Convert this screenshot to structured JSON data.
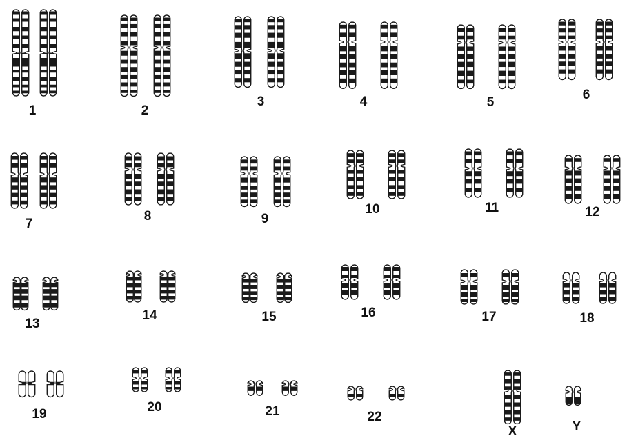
{
  "karyotype": {
    "pairs": [
      {
        "label": "1",
        "p": 0.5,
        "len": 1.0,
        "pattern": [
          [
            0.02,
            0.06
          ],
          [
            0.1,
            0.14
          ],
          [
            0.2,
            0.25
          ],
          [
            0.3,
            0.34
          ],
          [
            0.4,
            0.44
          ],
          [
            0.5,
            0.52
          ],
          [
            0.56,
            0.66
          ],
          [
            0.7,
            0.73
          ],
          [
            0.78,
            0.83
          ],
          [
            0.87,
            0.9
          ],
          [
            0.94,
            0.97
          ]
        ]
      },
      {
        "label": "2",
        "p": 0.4,
        "len": 0.94,
        "pattern": [
          [
            0.03,
            0.07
          ],
          [
            0.11,
            0.16
          ],
          [
            0.21,
            0.26
          ],
          [
            0.32,
            0.37
          ],
          [
            0.44,
            0.5
          ],
          [
            0.55,
            0.6
          ],
          [
            0.64,
            0.7
          ],
          [
            0.74,
            0.79
          ],
          [
            0.83,
            0.88
          ],
          [
            0.92,
            0.96
          ]
        ]
      },
      {
        "label": "3",
        "p": 0.48,
        "len": 0.82,
        "pattern": [
          [
            0.03,
            0.08
          ],
          [
            0.12,
            0.18
          ],
          [
            0.23,
            0.3
          ],
          [
            0.36,
            0.44
          ],
          [
            0.52,
            0.6
          ],
          [
            0.64,
            0.71
          ],
          [
            0.76,
            0.82
          ],
          [
            0.87,
            0.93
          ]
        ]
      },
      {
        "label": "4",
        "p": 0.3,
        "len": 0.77,
        "pattern": [
          [
            0.04,
            0.1
          ],
          [
            0.16,
            0.22
          ],
          [
            0.36,
            0.44
          ],
          [
            0.48,
            0.56
          ],
          [
            0.61,
            0.68
          ],
          [
            0.72,
            0.8
          ],
          [
            0.85,
            0.92
          ]
        ]
      },
      {
        "label": "5",
        "p": 0.28,
        "len": 0.74,
        "pattern": [
          [
            0.05,
            0.11
          ],
          [
            0.17,
            0.23
          ],
          [
            0.34,
            0.41
          ],
          [
            0.46,
            0.53
          ],
          [
            0.58,
            0.66
          ],
          [
            0.72,
            0.8
          ],
          [
            0.86,
            0.92
          ]
        ]
      },
      {
        "label": "6",
        "p": 0.38,
        "len": 0.7,
        "pattern": [
          [
            0.04,
            0.1
          ],
          [
            0.15,
            0.22
          ],
          [
            0.27,
            0.33
          ],
          [
            0.44,
            0.52
          ],
          [
            0.58,
            0.65
          ],
          [
            0.7,
            0.77
          ],
          [
            0.83,
            0.9
          ]
        ]
      },
      {
        "label": "7",
        "p": 0.38,
        "len": 0.64,
        "pattern": [
          [
            0.05,
            0.12
          ],
          [
            0.18,
            0.26
          ],
          [
            0.44,
            0.53
          ],
          [
            0.58,
            0.66
          ],
          [
            0.72,
            0.8
          ],
          [
            0.86,
            0.93
          ]
        ]
      },
      {
        "label": "8",
        "p": 0.32,
        "len": 0.6,
        "pattern": [
          [
            0.06,
            0.14
          ],
          [
            0.2,
            0.27
          ],
          [
            0.4,
            0.5
          ],
          [
            0.55,
            0.64
          ],
          [
            0.7,
            0.79
          ],
          [
            0.85,
            0.93
          ]
        ]
      },
      {
        "label": "9",
        "p": 0.34,
        "len": 0.58,
        "pattern": [
          [
            0.06,
            0.14
          ],
          [
            0.2,
            0.28
          ],
          [
            0.42,
            0.52
          ],
          [
            0.58,
            0.66
          ],
          [
            0.72,
            0.8
          ],
          [
            0.86,
            0.93
          ]
        ]
      },
      {
        "label": "10",
        "p": 0.32,
        "len": 0.56,
        "pattern": [
          [
            0.06,
            0.13
          ],
          [
            0.19,
            0.26
          ],
          [
            0.4,
            0.48
          ],
          [
            0.55,
            0.64
          ],
          [
            0.72,
            0.8
          ],
          [
            0.86,
            0.94
          ]
        ]
      },
      {
        "label": "11",
        "p": 0.4,
        "len": 0.56,
        "pattern": [
          [
            0.05,
            0.13
          ],
          [
            0.2,
            0.3
          ],
          [
            0.46,
            0.56
          ],
          [
            0.62,
            0.72
          ],
          [
            0.8,
            0.9
          ]
        ]
      },
      {
        "label": "12",
        "p": 0.27,
        "len": 0.56,
        "pattern": [
          [
            0.06,
            0.14
          ],
          [
            0.32,
            0.42
          ],
          [
            0.48,
            0.58
          ],
          [
            0.64,
            0.74
          ],
          [
            0.8,
            0.9
          ]
        ]
      },
      {
        "label": "13",
        "p": 0.12,
        "len": 0.38,
        "pattern": [
          [
            0.18,
            0.3
          ],
          [
            0.36,
            0.5
          ],
          [
            0.56,
            0.7
          ],
          [
            0.78,
            0.92
          ]
        ]
      },
      {
        "label": "14",
        "p": 0.12,
        "len": 0.36,
        "pattern": [
          [
            0.18,
            0.3
          ],
          [
            0.38,
            0.52
          ],
          [
            0.6,
            0.72
          ],
          [
            0.8,
            0.92
          ]
        ]
      },
      {
        "label": "15",
        "p": 0.12,
        "len": 0.34,
        "pattern": [
          [
            0.2,
            0.32
          ],
          [
            0.4,
            0.54
          ],
          [
            0.62,
            0.74
          ],
          [
            0.82,
            0.92
          ]
        ]
      },
      {
        "label": "16",
        "p": 0.44,
        "len": 0.4,
        "pattern": [
          [
            0.06,
            0.18
          ],
          [
            0.28,
            0.38
          ],
          [
            0.52,
            0.66
          ],
          [
            0.74,
            0.88
          ]
        ]
      },
      {
        "label": "17",
        "p": 0.34,
        "len": 0.4,
        "pattern": [
          [
            0.1,
            0.22
          ],
          [
            0.44,
            0.58
          ],
          [
            0.66,
            0.8
          ],
          [
            0.86,
            0.94
          ]
        ]
      },
      {
        "label": "18",
        "p": 0.26,
        "len": 0.36,
        "pattern": [
          [
            0.34,
            0.48
          ],
          [
            0.56,
            0.7
          ],
          [
            0.78,
            0.92
          ]
        ]
      },
      {
        "label": "19",
        "p": 0.46,
        "len": 0.3,
        "pattern": [
          [
            0.42,
            0.54
          ]
        ]
      },
      {
        "label": "20",
        "p": 0.44,
        "len": 0.28,
        "pattern": [
          [
            0.1,
            0.24
          ],
          [
            0.56,
            0.7
          ],
          [
            0.8,
            0.9
          ]
        ]
      },
      {
        "label": "21",
        "p": 0.22,
        "len": 0.17,
        "pattern": [
          [
            0.4,
            0.7
          ]
        ]
      },
      {
        "label": "22",
        "p": 0.24,
        "len": 0.16,
        "pattern": [
          [
            0.55,
            0.78
          ]
        ]
      }
    ],
    "sex": [
      {
        "label": "X",
        "p": 0.38,
        "len": 0.62,
        "pattern": [
          [
            0.04,
            0.1
          ],
          [
            0.16,
            0.24
          ],
          [
            0.3,
            0.36
          ],
          [
            0.46,
            0.54
          ],
          [
            0.6,
            0.68
          ],
          [
            0.74,
            0.82
          ],
          [
            0.88,
            0.94
          ]
        ]
      },
      {
        "label": "Y",
        "p": 0.3,
        "len": 0.22,
        "pattern": [
          [
            0.55,
            0.95
          ]
        ]
      }
    ]
  }
}
